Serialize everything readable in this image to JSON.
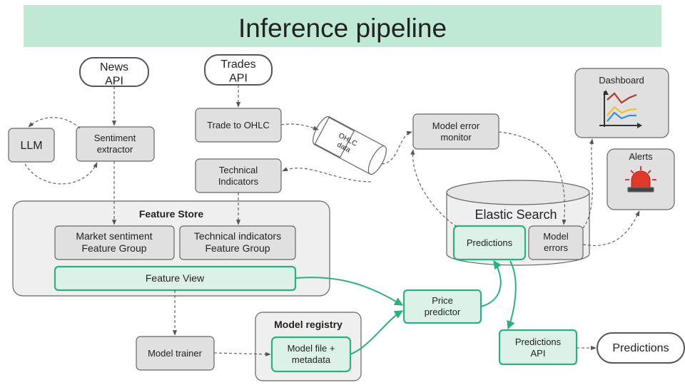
{
  "title": "Inference pipeline",
  "nodes": {
    "news_api": [
      "News",
      "API"
    ],
    "trades_api": [
      "Trades",
      "API"
    ],
    "llm": [
      "LLM"
    ],
    "sentiment_extractor": [
      "Sentiment",
      "extractor"
    ],
    "trade_to_ohlc": [
      "Trade to OHLC"
    ],
    "ohlc_data": [
      "OHLC",
      "data"
    ],
    "technical_indicators": [
      "Technical",
      "Indicators"
    ],
    "feature_store": [
      "Feature Store"
    ],
    "market_sentiment_fg": [
      "Market sentiment",
      "Feature Group"
    ],
    "technical_indicators_fg": [
      "Technical indicators",
      "Feature Group"
    ],
    "feature_view": [
      "Feature View"
    ],
    "model_trainer": [
      "Model trainer"
    ],
    "model_registry": [
      "Model registry"
    ],
    "model_file": [
      "Model file +",
      "metadata"
    ],
    "price_predictor": [
      "Price",
      "predictor"
    ],
    "model_error_monitor": [
      "Model error",
      "monitor"
    ],
    "elastic_search": [
      "Elastic Search"
    ],
    "predictions_store": [
      "Predictions"
    ],
    "model_errors": [
      "Model",
      "errors"
    ],
    "dashboard": [
      "Dashboard"
    ],
    "alerts": [
      "Alerts"
    ],
    "predictions_api": [
      "Predictions",
      "API"
    ],
    "predictions_out": [
      "Predictions"
    ]
  },
  "colors": {
    "title_band": "#bfe8d5",
    "box_gray": "#e0e0e0",
    "container_gray": "#efefef",
    "green_accent": "#2db07e",
    "green_fill": "#dcf2e8",
    "chart_red": "#b03a2e",
    "chart_yellow": "#f2c12e",
    "chart_blue": "#3b8fd6",
    "alarm_red": "#e03a2a"
  },
  "icons": {
    "dashboard": "line-chart-icon",
    "alerts": "alarm-siren-icon"
  }
}
